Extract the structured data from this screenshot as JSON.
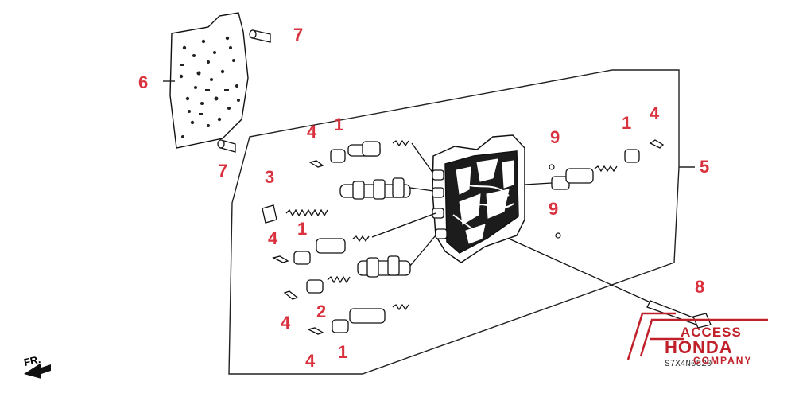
{
  "diagram": {
    "callouts": [
      {
        "id": "c7a",
        "text": "7"
      },
      {
        "id": "c6",
        "text": "6"
      },
      {
        "id": "c7b",
        "text": "7"
      },
      {
        "id": "c4a",
        "text": "4"
      },
      {
        "id": "c1a",
        "text": "1"
      },
      {
        "id": "c3",
        "text": "3"
      },
      {
        "id": "c4b",
        "text": "4"
      },
      {
        "id": "c1b",
        "text": "1"
      },
      {
        "id": "c2",
        "text": "2"
      },
      {
        "id": "c4c",
        "text": "4"
      },
      {
        "id": "c4d",
        "text": "4"
      },
      {
        "id": "c1c",
        "text": "1"
      },
      {
        "id": "c9a",
        "text": "9"
      },
      {
        "id": "c9b",
        "text": "9"
      },
      {
        "id": "c1d",
        "text": "1"
      },
      {
        "id": "c4e",
        "text": "4"
      },
      {
        "id": "c5",
        "text": "5"
      },
      {
        "id": "c8",
        "text": "8"
      }
    ],
    "direction_label": "FR.",
    "part_code": "S7X4N0820",
    "accent_color": "#d9323e"
  },
  "logo": {
    "line1": "ACCESS",
    "line2": "HONDA",
    "line3": "COMPANY",
    "color": "#c0202a"
  }
}
